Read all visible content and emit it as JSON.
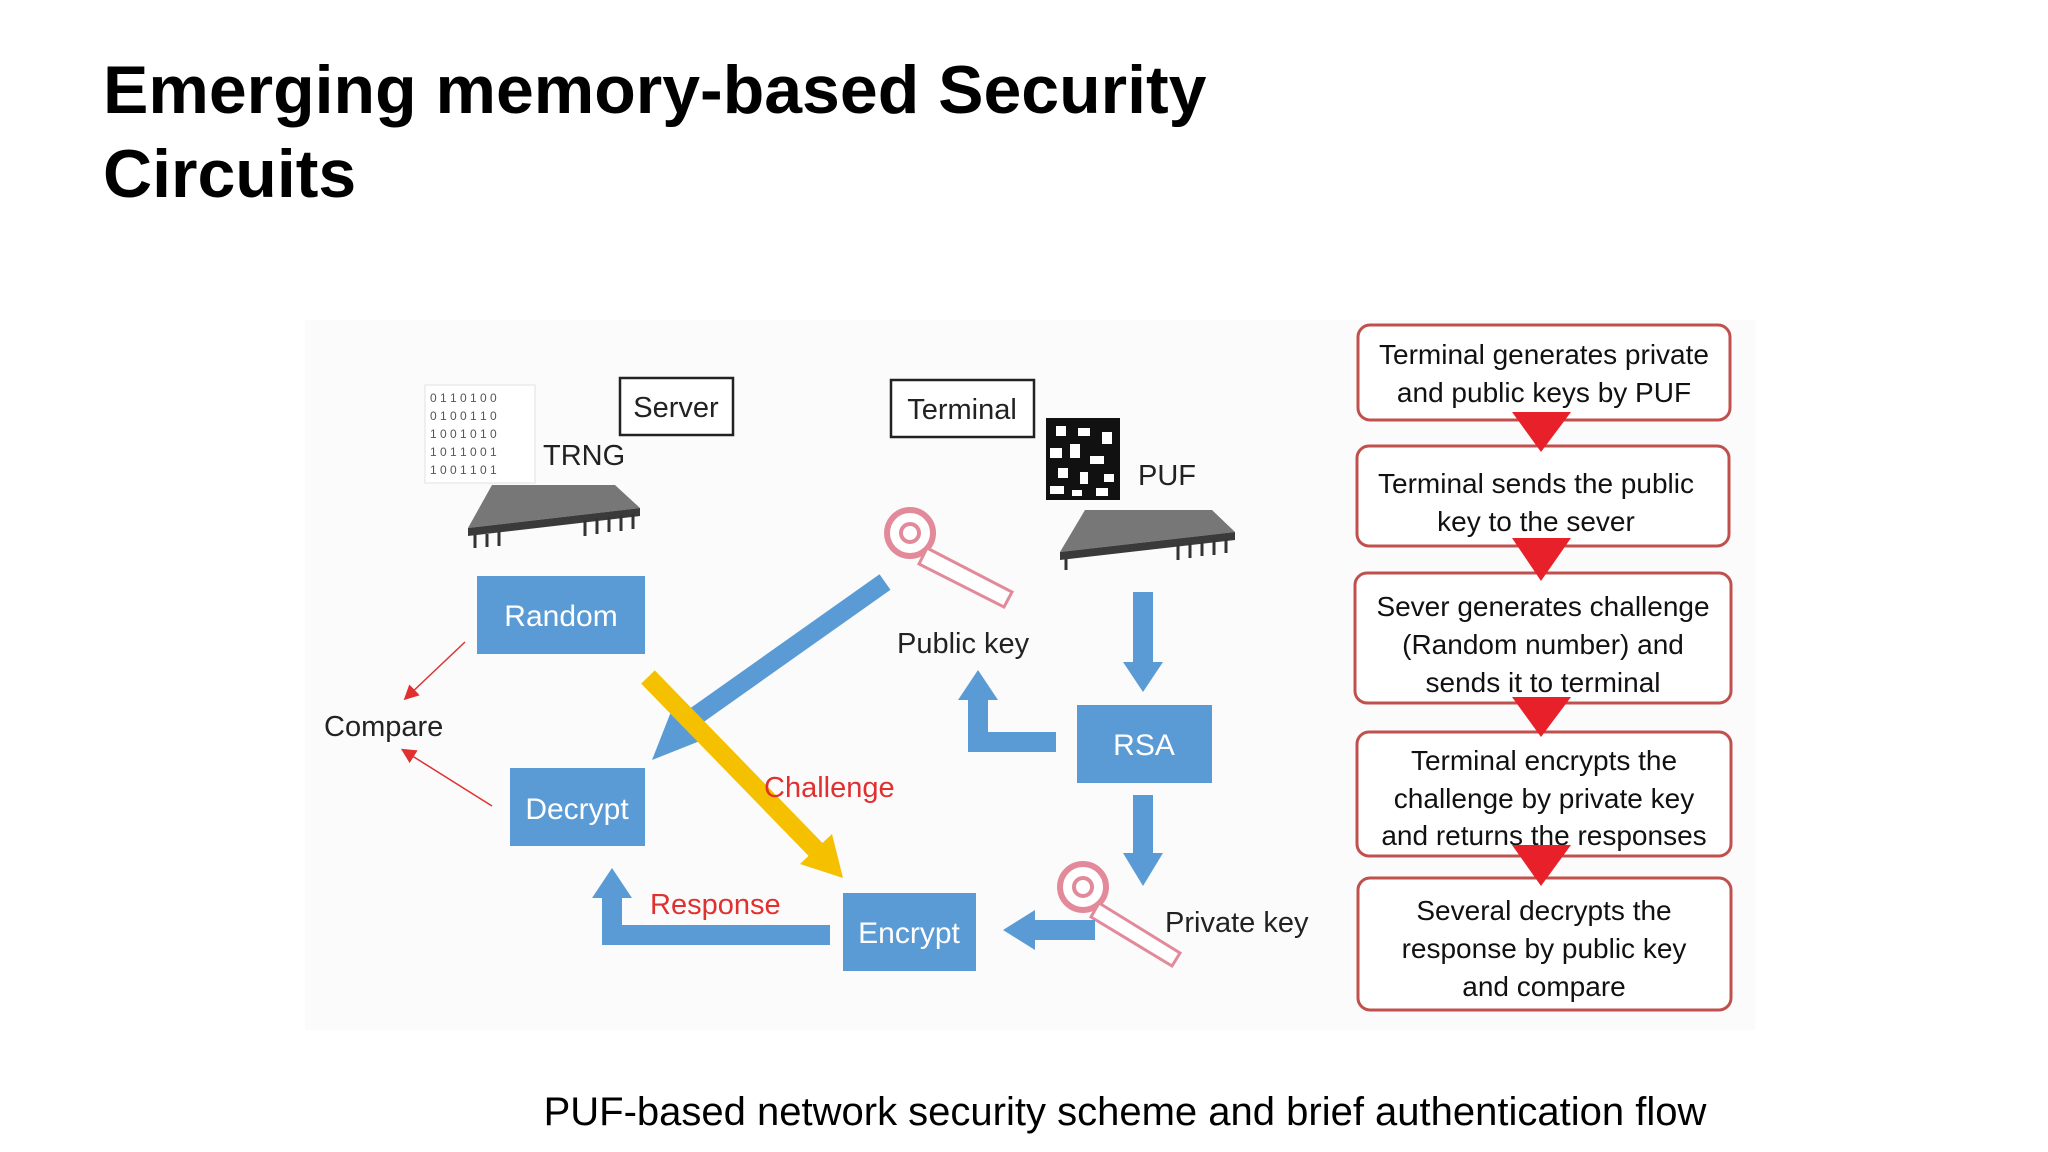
{
  "slide": {
    "title_line1": "Emerging memory-based Security",
    "title_line2": "Circuits",
    "caption": "PUF-based network security scheme and brief authentication flow"
  },
  "diagram": {
    "server_label": "Server",
    "terminal_label": "Terminal",
    "trng_label": "TRNG",
    "puf_label": "PUF",
    "trng_bits": [
      "0 1 1 0 1 0 0",
      "0 1 0 0 1 1 0",
      "1 0 0 1 0 1 0",
      "1 0 1 1 0 0 1",
      "1 0 0 1 1 0 1"
    ],
    "random_label": "Random",
    "decrypt_label": "Decrypt",
    "encrypt_label": "Encrypt",
    "rsa_label": "RSA",
    "compare_label": "Compare",
    "challenge_label": "Challenge",
    "response_label": "Response",
    "public_key_label": "Public key",
    "private_key_label": "Private key"
  },
  "flow_steps": [
    {
      "line1": "Terminal generates private",
      "line2": "and public keys by PUF",
      "line3": ""
    },
    {
      "line1": "Terminal sends the public",
      "line2": "key to the sever",
      "line3": ""
    },
    {
      "line1": "Sever generates challenge",
      "line2": "(Random number) and",
      "line3": "sends it to terminal"
    },
    {
      "line1": "Terminal encrypts the",
      "line2": "challenge by  private key",
      "line3": "and returns the responses"
    },
    {
      "line1": "Several decrypts the",
      "line2": "response by public key",
      "line3": "and compare"
    }
  ],
  "colors": {
    "box_blue": "#5b9bd5",
    "arrow_blue": "#5b9bd5",
    "challenge_yellow": "#f5c000",
    "label_red": "#e03030",
    "flow_border": "#c0504d",
    "flow_arrow": "#e8202a"
  }
}
